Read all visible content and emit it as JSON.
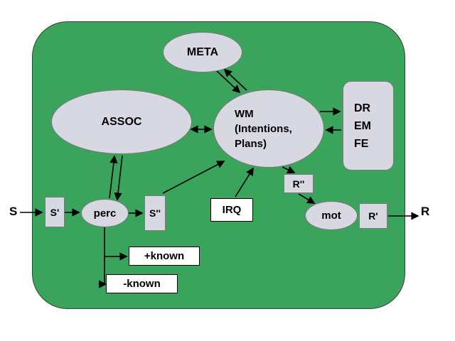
{
  "diagram": {
    "colors": {
      "panel_green": "#3aa35c",
      "node_fill": "#d8d8e2",
      "box_white": "#ffffff",
      "line_color": "#000000"
    },
    "labels": {
      "s_outer": "S",
      "r_outer": "R",
      "meta": "META",
      "assoc": "ASSOC",
      "wm_line1": "WM",
      "wm_line2": "(Intentions,",
      "wm_line3": "Plans)",
      "dr": "DR",
      "em": "EM",
      "fe": "FE",
      "s_prime": "S'",
      "perc": "perc",
      "s_dprime": "S''",
      "irq": "IRQ",
      "r_dprime": "R''",
      "mot": "mot",
      "r_prime": "R'",
      "plus_known": "+known",
      "minus_known": "-known"
    }
  }
}
